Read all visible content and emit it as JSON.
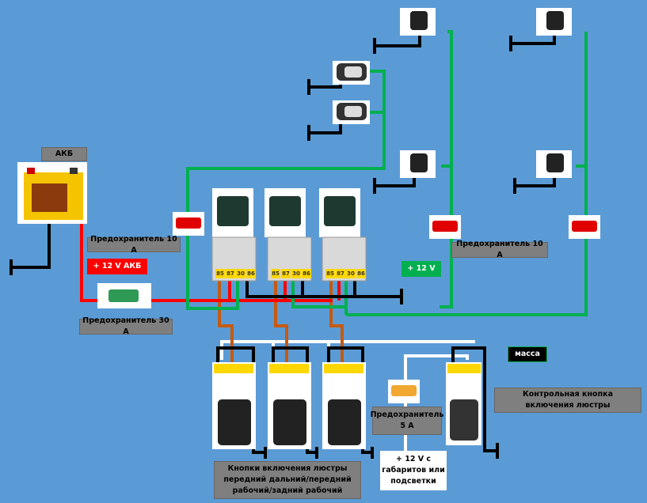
{
  "labels": {
    "battery": "АКБ",
    "fuse_10a_left": "Предохранитель 10 А",
    "plus12_battery": "+ 12 V АКБ",
    "fuse_30a": "Предохранитель 30 А",
    "plus12": "+ 12 V",
    "fuse_10a_right": "Предохранитель 10 А",
    "ground": "масса",
    "control_button": "Контрольная кнопка включения люстры",
    "fuse_5a": "Предохранитель 5 А",
    "plus12_lights": "+ 12 V с габаритов или подсветки",
    "buttons": "Кнопки включения люстры передний дальний/передний рабочий/задний рабочий"
  },
  "relay_pins": [
    "85",
    "87",
    "30",
    "86"
  ],
  "colors": {
    "background": "#5b9bd5",
    "plus_battery": "#ff0000",
    "plus_switched": "#00b050",
    "ground": "#000000",
    "control": "#c55a11",
    "illumination": "#ffffff"
  }
}
